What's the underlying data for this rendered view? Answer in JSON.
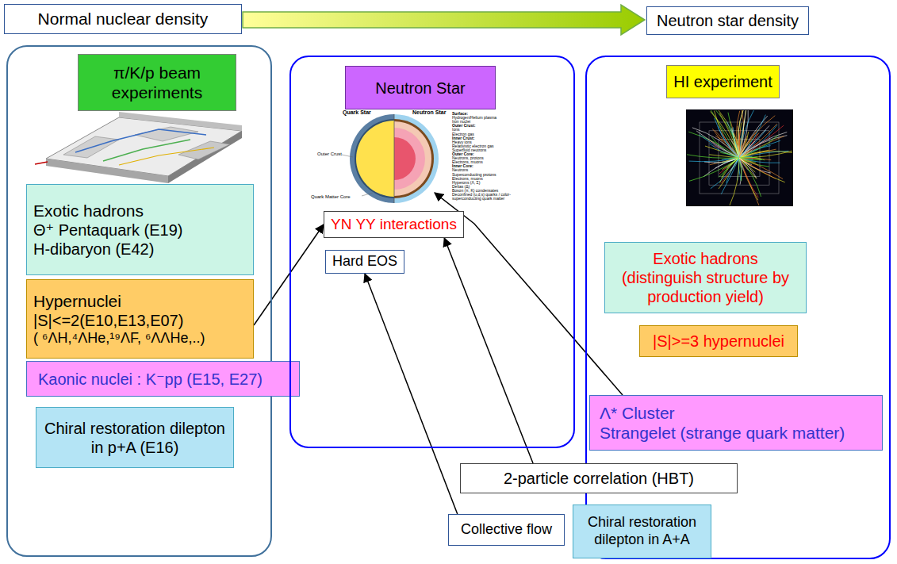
{
  "diagram": {
    "nodes": [
      {
        "text": [
          "Normal nuclear density"
        ]
      },
      {
        "text": [
          "Neutron star density"
        ]
      },
      {
        "text": []
      },
      {
        "text": [
          "π/K/p beam experiments"
        ],
        "in": 2
      },
      {
        "text": [
          "Exotic hadrons",
          "Θ⁺ Pentaquark (E19)",
          "H-dibaryon (E42)"
        ],
        "in": 2
      },
      {
        "text": [
          "Hypernuclei",
          "|S|<=2(E10,E13,E07)",
          "( ⁶ΛH,⁴ΛHe,¹⁹ΛF, ⁶ΛΛHe,..)"
        ],
        "in": 2
      },
      {
        "text": [
          "Kaonic nuclei : K⁻pp (E15, E27)"
        ],
        "in": 2
      },
      {
        "text": [
          "Chiral restoration dilepton in p+A (E16)"
        ],
        "in": 2
      },
      {
        "text": []
      },
      {
        "text": [
          "Neutron Star"
        ],
        "in": 8
      },
      {
        "text": [
          "YN YY interactions"
        ],
        "in": 8
      },
      {
        "text": [
          "Hard EOS"
        ],
        "in": 8
      },
      {
        "text": []
      },
      {
        "text": [
          "HI experiment"
        ],
        "in": 12
      },
      {
        "text": [
          "Exotic hadrons",
          "(distinguish structure by production yield)"
        ],
        "in": 12
      },
      {
        "text": [
          "|S|>=3 hypernuclei"
        ],
        "in": 12
      },
      {
        "text": [
          "Λ* Cluster",
          "Strangelet (strange quark matter)"
        ],
        "in": 12
      },
      {
        "text": [
          "2-particle correlation (HBT)"
        ]
      },
      {
        "text": [
          "Collective flow"
        ]
      },
      {
        "text": [
          "Chiral restoration dilepton in A+A"
        ],
        "in": 12
      }
    ],
    "edges": [
      {
        "from": 0,
        "to": 1,
        "arrow": "to"
      },
      {
        "from": 5,
        "to": 10,
        "arrow": "to"
      },
      {
        "from": 17,
        "to": 10,
        "arrow": "to"
      },
      {
        "from": 18,
        "to": 11,
        "arrow": "to"
      }
    ],
    "labels": [
      "Quark Star",
      "Neutron Star",
      "Outer Crust",
      "Quark Matter Core",
      "Surface:",
      "Hydrogen/Helium plasma",
      "Iron nuclei",
      "Outer Crust:",
      "Ions",
      "Electron gas",
      "Inner Crust:",
      "Heavy ions",
      "Relativistic electron gas",
      "Superfluid neutrons",
      "Outer Core:",
      "Neutrons, protons",
      "Electrons, muons",
      "Inner Core:",
      "Neutrons",
      "Superconducting protons",
      "Electrons, muons",
      "Hyperons (Λ, Σ)",
      "Deltas (Δ)",
      "Boson (π, K) condensates",
      "Deconfined (u,d,s) quarks / color-",
      "superconducting quark matter"
    ]
  }
}
